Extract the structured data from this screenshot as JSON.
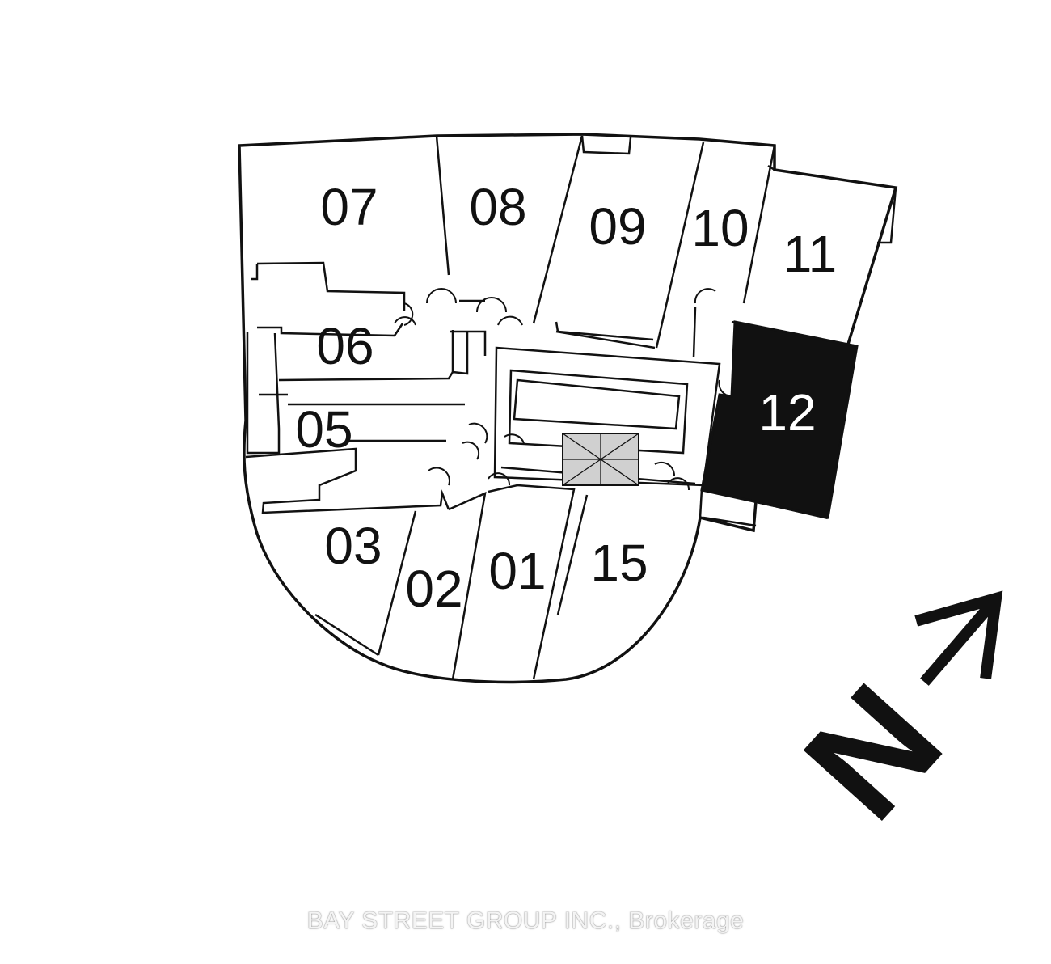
{
  "units": [
    {
      "id": "07",
      "label": "07",
      "selected": false
    },
    {
      "id": "08",
      "label": "08",
      "selected": false
    },
    {
      "id": "09",
      "label": "09",
      "selected": false
    },
    {
      "id": "10",
      "label": "10",
      "selected": false
    },
    {
      "id": "11",
      "label": "11",
      "selected": false
    },
    {
      "id": "06",
      "label": "06",
      "selected": false
    },
    {
      "id": "12",
      "label": "12",
      "selected": true
    },
    {
      "id": "05",
      "label": "05",
      "selected": false
    },
    {
      "id": "03",
      "label": "03",
      "selected": false
    },
    {
      "id": "02",
      "label": "02",
      "selected": false
    },
    {
      "id": "01",
      "label": "01",
      "selected": false
    },
    {
      "id": "15",
      "label": "15",
      "selected": false
    }
  ],
  "north_arrow": {
    "letter": "N"
  },
  "watermark": "BAY STREET GROUP INC., Brokerage",
  "colors": {
    "line": "#111111",
    "selected_fill": "#111111",
    "background": "#ffffff"
  }
}
